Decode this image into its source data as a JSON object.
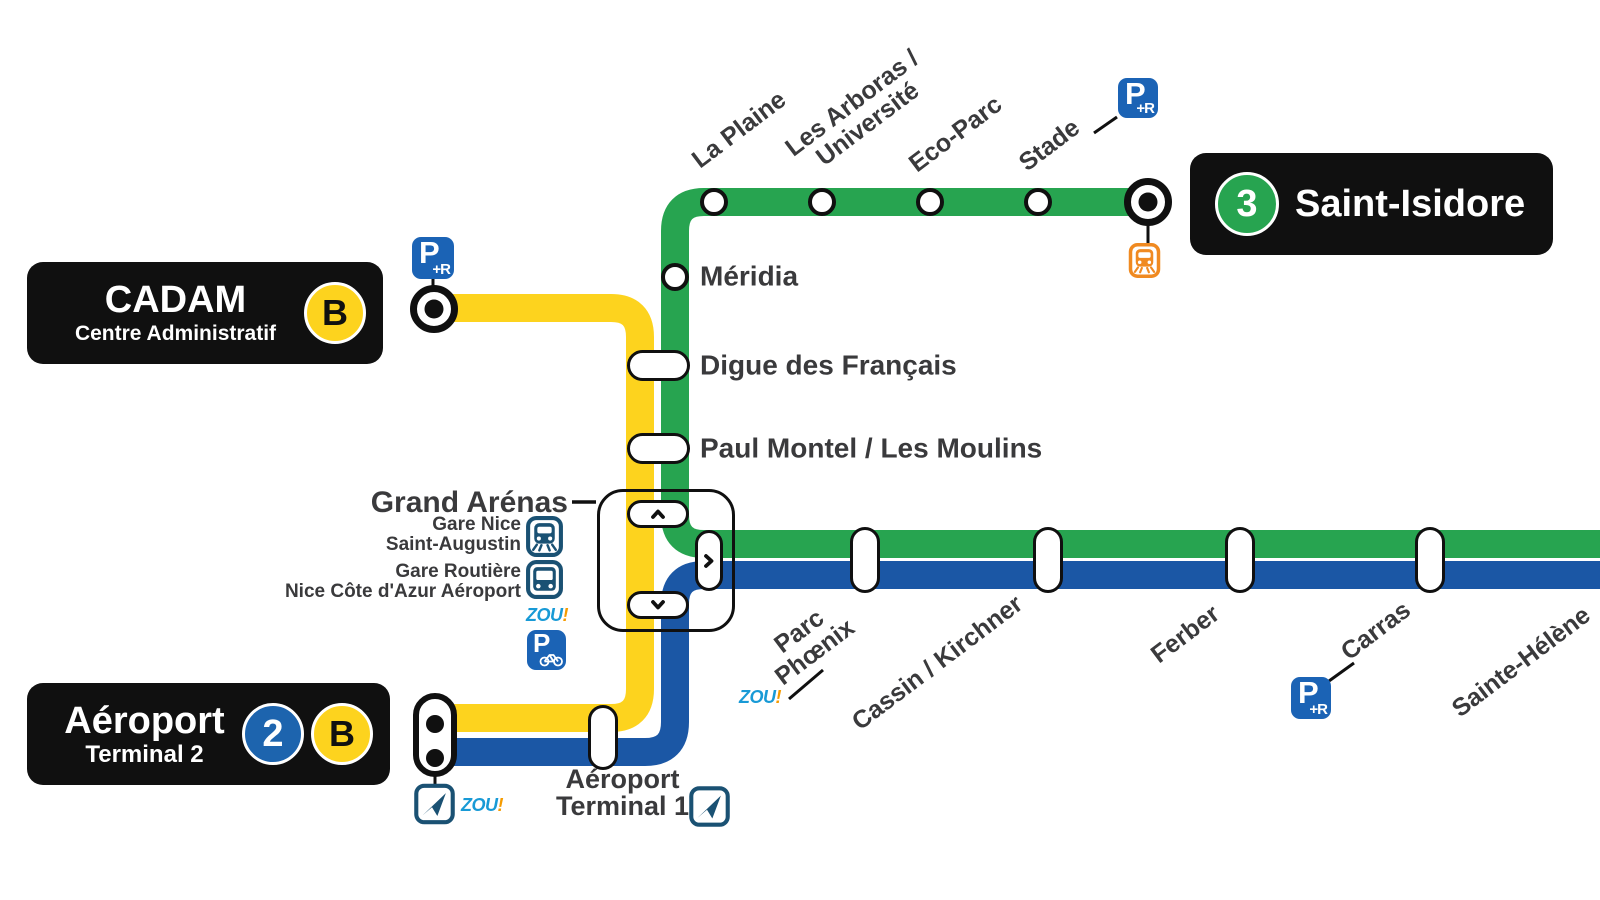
{
  "colors": {
    "line_green": "#27a450",
    "line_blue": "#1b57a5",
    "line_yellow": "#ffd41f",
    "box_black": "#101010",
    "label_gray": "#3a3a3c",
    "park_ride_blue": "#1b63b5",
    "transport_navy": "#1a5173",
    "train_orange": "#f08a21",
    "zou_blue": "#189ad6",
    "zou_orange": "#f59b00"
  },
  "badges": {
    "line2": "2",
    "line3": "3",
    "lineB": "B"
  },
  "termini": {
    "cadam": {
      "title": "CADAM",
      "subtitle": "Centre Administratif"
    },
    "saint_isidore": {
      "title": "Saint-Isidore"
    },
    "airport_t2": {
      "title": "Aéroport",
      "subtitle": "Terminal 2"
    }
  },
  "stations": {
    "la_plaine": "La Plaine",
    "les_arboras_1": "Les Arboras /",
    "les_arboras_2": "Université",
    "eco_parc": "Eco-Parc",
    "stade": "Stade",
    "meridia": "Méridia",
    "digue_des_francais": "Digue des Français",
    "paul_montel": "Paul Montel / Les Moulins",
    "grand_arenas": "Grand Arénas",
    "parc_phoenix_1": "Parc",
    "parc_phoenix_2": "Phœnix",
    "cassin_kirchner": "Cassin / Kirchner",
    "ferber": "Ferber",
    "carras": "Carras",
    "sainte_helene": "Sainte-Hélène",
    "airport_t1_1": "Aéroport",
    "airport_t1_2": "Terminal 1"
  },
  "interchange": {
    "gare_nice_1": "Gare Nice",
    "gare_nice_2": "Saint-Augustin",
    "gare_routiere_1": "Gare Routière",
    "gare_routiere_2": "Nice Côte d'Azur Aéroport"
  },
  "icons": {
    "park_and_ride_p": "P",
    "park_and_ride_r": "+R",
    "zou_text": "ZOU",
    "zou_bang": "!"
  }
}
